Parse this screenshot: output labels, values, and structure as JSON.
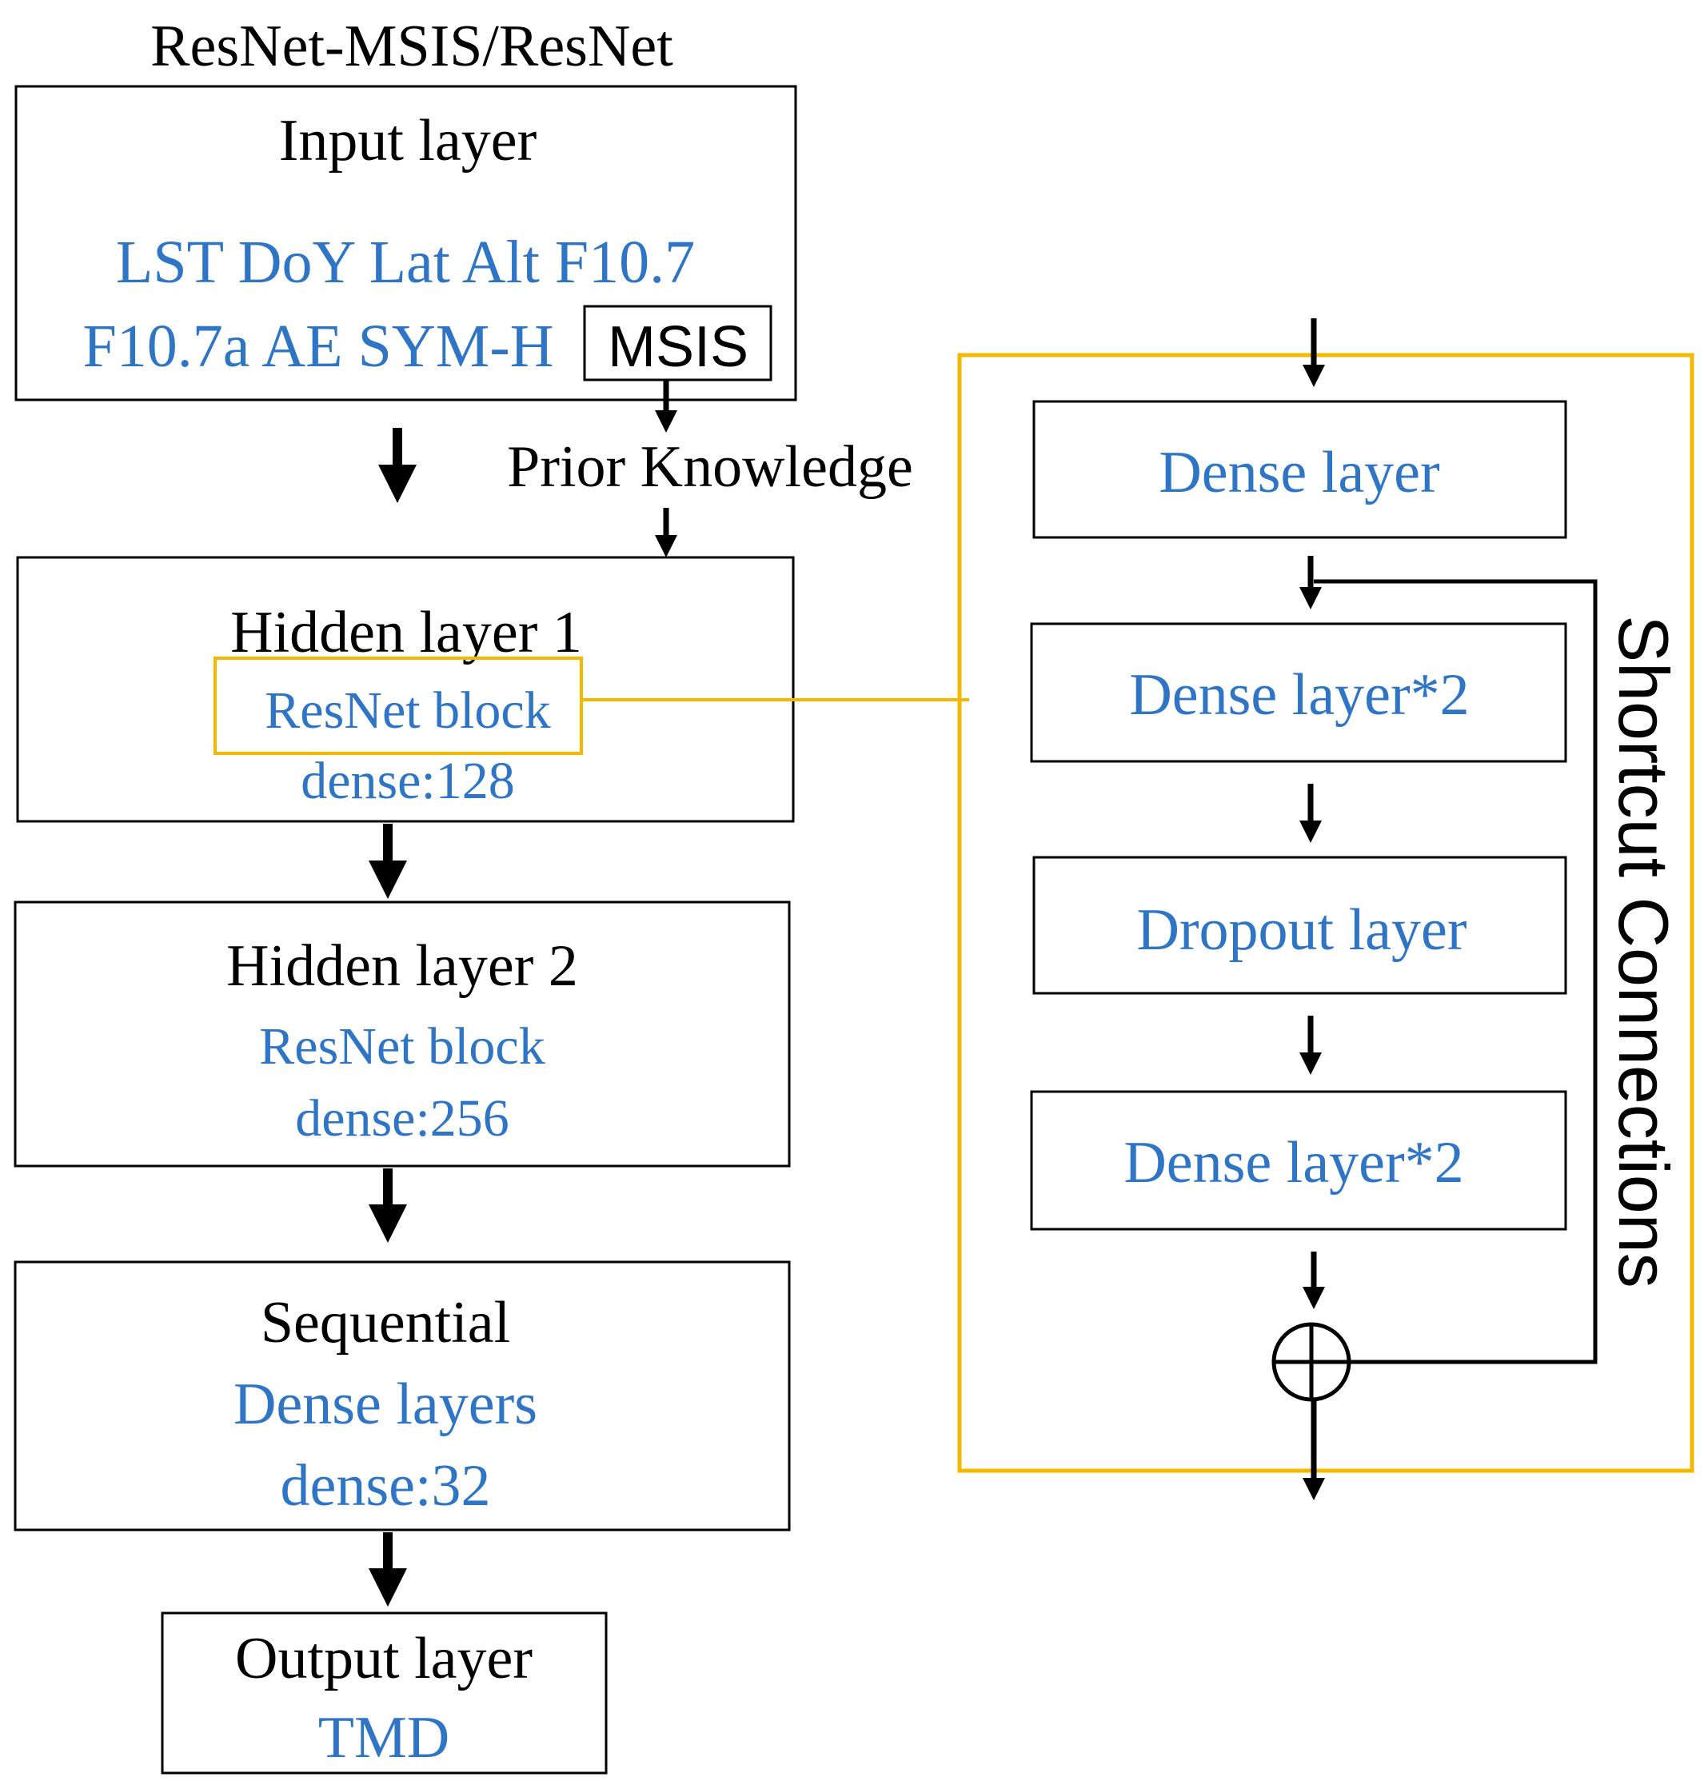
{
  "title": "ResNet-MSIS/ResNet",
  "input_layer": {
    "heading": "Input layer",
    "features_line1": "LST DoY Lat Alt F10.7",
    "features_line2": "F10.7a AE SYM-H",
    "msis_label": "MSIS"
  },
  "prior_knowledge_label": "Prior Knowledge",
  "hidden_layer_1": {
    "heading": "Hidden layer 1",
    "block": "ResNet block",
    "units": "dense:128"
  },
  "hidden_layer_2": {
    "heading": "Hidden layer 2",
    "block": "ResNet block",
    "units": "dense:256"
  },
  "sequential": {
    "heading": "Sequential",
    "block": "Dense layers",
    "units": "dense:32"
  },
  "output_layer": {
    "heading": "Output layer",
    "value": "TMD"
  },
  "resnet_block_detail": {
    "layers": [
      "Dense layer",
      "Dense layer*2",
      "Dropout layer",
      "Dense layer*2"
    ],
    "shortcut_label": "Shortcut Connections"
  },
  "colors": {
    "accent_blue": "#2E75C5",
    "highlight_orange": "#F5B800",
    "line": "#000000"
  }
}
